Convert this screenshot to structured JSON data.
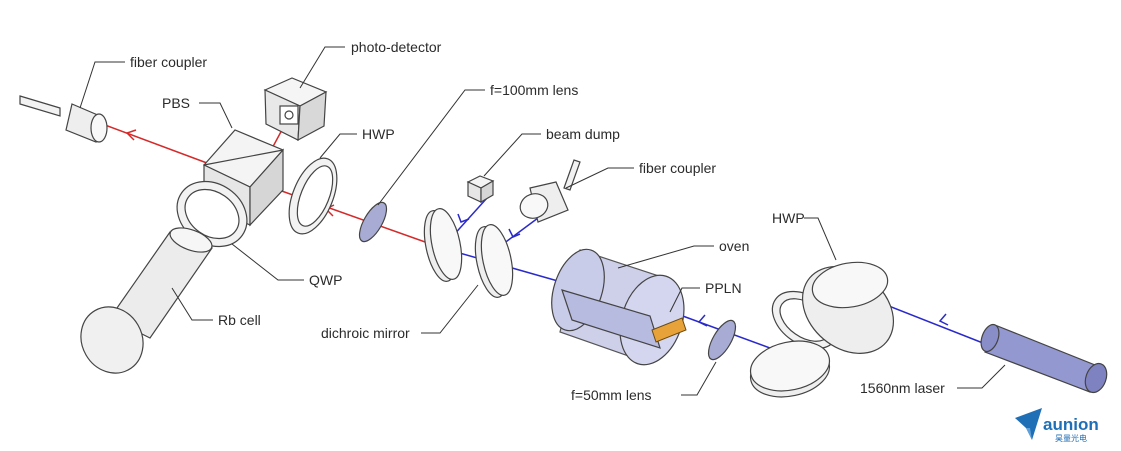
{
  "labels": {
    "fiber_coupler_left": "fiber coupler",
    "photo_detector": "photo-detector",
    "pbs": "PBS",
    "hwp_left": "HWP",
    "lens_100": "f=100mm lens",
    "beam_dump": "beam dump",
    "fiber_coupler_right": "fiber coupler",
    "oven": "oven",
    "hwp_right": "HWP",
    "ppln": "PPLN",
    "qwp": "QWP",
    "rb_cell": "Rb cell",
    "dichroic_mirror": "dichroic mirror",
    "lens_50": "f=50mm lens",
    "laser_1560": "1560nm laser"
  },
  "logo": {
    "name": "aunion",
    "subtitle": "昊量光电"
  },
  "colors": {
    "red_beam": "#d42a2a",
    "blue_beam": "#2a2acc",
    "optic_fill": "#f2f2f2",
    "lens_fill": "#a8acd4",
    "oven_fill": "#c9cce8",
    "laser_fill": "#9498d0",
    "logo": "#1f6fb6"
  }
}
